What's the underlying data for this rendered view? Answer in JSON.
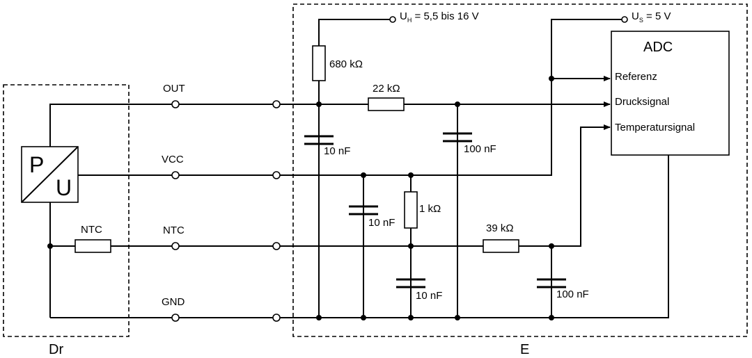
{
  "blocks": {
    "sensor": "Dr",
    "electronics": "E"
  },
  "sensor_symbol": {
    "top": "P",
    "bottom": "U"
  },
  "lines": {
    "out": "OUT",
    "vcc": "VCC",
    "ntc": "NTC",
    "gnd": "GND"
  },
  "ntc_resistor": "NTC",
  "supplies": {
    "uh_symbol": "U",
    "uh_sub": "H",
    "uh_value": " = 5,5 bis 16 V",
    "us_symbol": "U",
    "us_sub": "S",
    "us_value": " = 5 V"
  },
  "components": {
    "r680": "680 kΩ",
    "r22": "22 kΩ",
    "c10_out": "10 nF",
    "c100_out": "100 nF",
    "c10_vcc": "10 nF",
    "r1": "1 kΩ",
    "c10_ntc": "10 nF",
    "r39": "39 kΩ",
    "c100_ntc": "100 nF"
  },
  "adc": {
    "title": "ADC",
    "inputs": [
      "Referenz",
      "Drucksignal",
      "Temperatursignal"
    ]
  }
}
